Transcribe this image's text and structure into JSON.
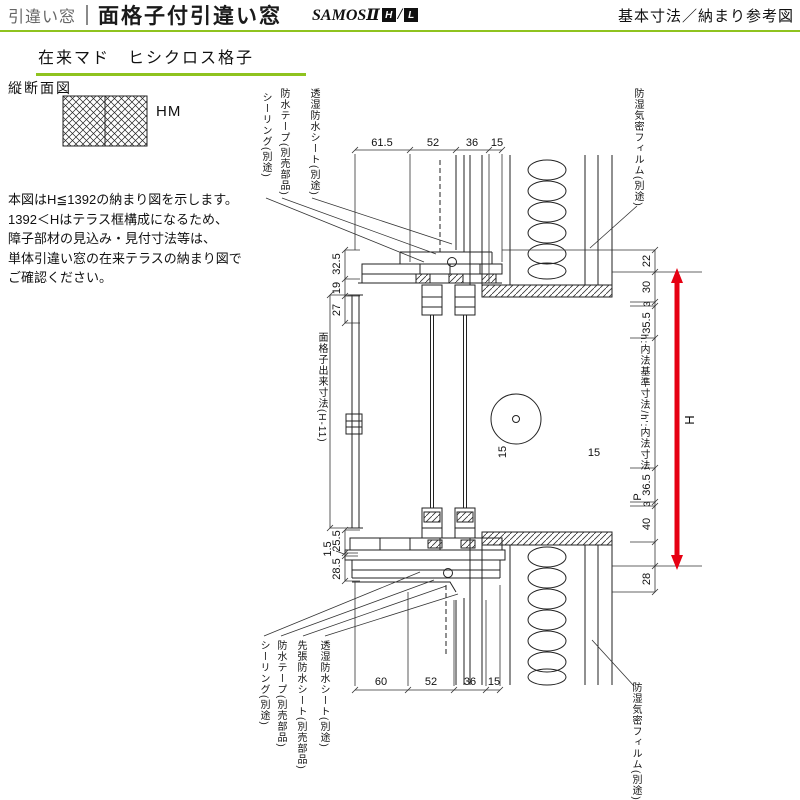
{
  "header": {
    "category": "引違い窓",
    "title": "面格子付引違い窓",
    "brand": "SAMOSⅡ",
    "brand_h": "H",
    "brand_slash": "/",
    "brand_l": "L",
    "right_note": "基本寸法／納まり参考図"
  },
  "subheader": {
    "label": "在来マド　ヒシクロス格子"
  },
  "section": {
    "view_label": "縦断面図",
    "grille_code": "HM"
  },
  "note": {
    "lines": [
      "本図はH≦1392の納まり図を示します。",
      "1392＜Hはテラス框構成になるため、",
      "障子部材の見込み・見付寸法等は、",
      "単体引違い窓の在来テラスの納まり図で",
      "ご確認ください。"
    ]
  },
  "drawing": {
    "materials": {
      "seal_top": "シーリング(別途)",
      "tape_top": "防水テープ(別売部品)",
      "sheet_top": "透湿防水シート(別途)",
      "film_top": "防湿気密フィルム(別途)",
      "seal_bottom": "シーリング(別途)",
      "tape_bottom": "防水テープ(別売部品)",
      "pre_sheet_bottom": "先張防水シート(別売部品)",
      "sheet_bottom": "透湿防水シート(別途)",
      "film_bottom": "防湿気密フィルム(別途)"
    },
    "labels": {
      "grille_dim": "面格子出来寸法(H-11)",
      "inner_dim": "h:内法基準寸法/h':内法寸法",
      "height": "H",
      "p": "P"
    },
    "dims": {
      "top": [
        "61.5",
        "52",
        "36",
        "15"
      ],
      "bottom": [
        "60",
        "52",
        "36",
        "15"
      ],
      "left_top": [
        "32.5",
        "19",
        "27"
      ],
      "left_bottom": [
        "25.5",
        "1.5",
        "28.5"
      ],
      "right": [
        "22",
        "30",
        "3",
        "35.5",
        "36.5",
        "3",
        "40",
        "28"
      ],
      "mid": [
        "15",
        "15"
      ]
    },
    "colors": {
      "accent_green": "#8FC31F",
      "arrow_red": "#E60012"
    }
  }
}
